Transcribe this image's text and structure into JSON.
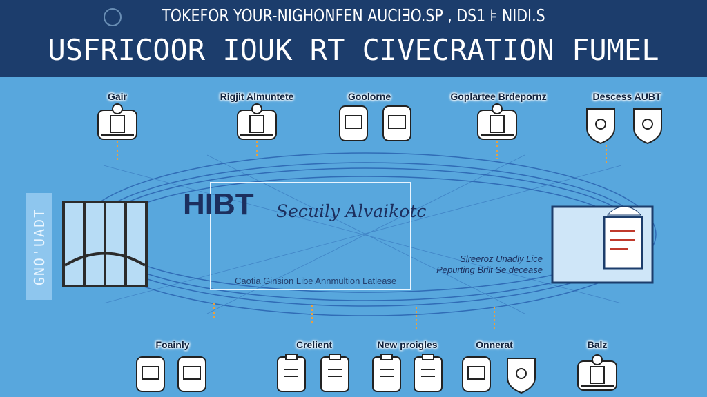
{
  "header": {
    "subtitle": "TOKEFOR YOUR-NIGHONFEN AUCI∃O.SP , DS1 ⊧ NIDI.S",
    "title": "USFRICOOR IOUK RT CIVECRATION FUMEL"
  },
  "side_label": "GNO'UADT",
  "center": {
    "brand": "HIBT",
    "tagline": "Secuily Alvaikotc",
    "caption": "Caotia Ginsion Libe Annmultion Latlease"
  },
  "right_note": {
    "line1": "Slreeroz Unadly Lice",
    "line2": "Pepurting Brilt Se decease"
  },
  "top_items": [
    {
      "label": "Gair",
      "icon": "machine-icon"
    },
    {
      "label": "Rigjit Almuntete",
      "icon": "machine-icon"
    },
    {
      "label": "Goolorne",
      "icon": "device-icon"
    },
    {
      "label": "Goplartee Brdepornz",
      "icon": "machine-icon"
    },
    {
      "label": "Descess AUBT",
      "icon": "shield-icon"
    }
  ],
  "bottom_items": [
    {
      "label": "Foainly",
      "icon": "device-icon"
    },
    {
      "label": "Crelient",
      "icon": "clipboard-icon"
    },
    {
      "label": "New proigles",
      "icon": "clipboard-icon"
    },
    {
      "label": "Onnerat",
      "icon": "device-icon"
    },
    {
      "label": "Balz",
      "icon": "machine-icon"
    }
  ],
  "colors": {
    "background": "#58a7dd",
    "header": "#1c3d6c",
    "connector": "#e8a040",
    "track": "#2a62b0"
  }
}
